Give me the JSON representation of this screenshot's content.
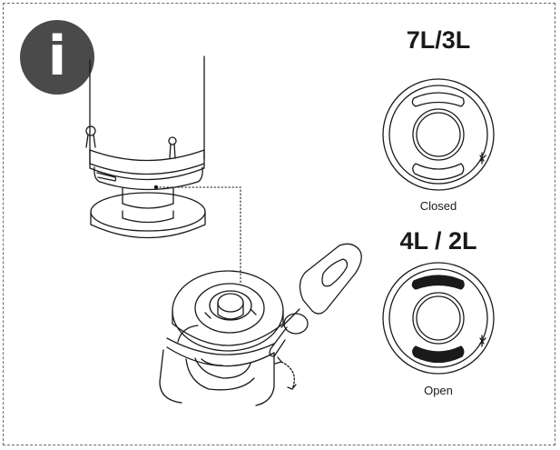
{
  "info_icon": {
    "glyph": "i",
    "icon": "info-icon"
  },
  "variants": [
    {
      "title": "7L/3L",
      "state": "Closed",
      "vents": "outline"
    },
    {
      "title": "4L / 2L",
      "state": "Open",
      "vents": "filled"
    }
  ],
  "colors": {
    "line": "#1a1a1a",
    "badge": "#4a4a4a",
    "frame": "#6b6b6b"
  }
}
